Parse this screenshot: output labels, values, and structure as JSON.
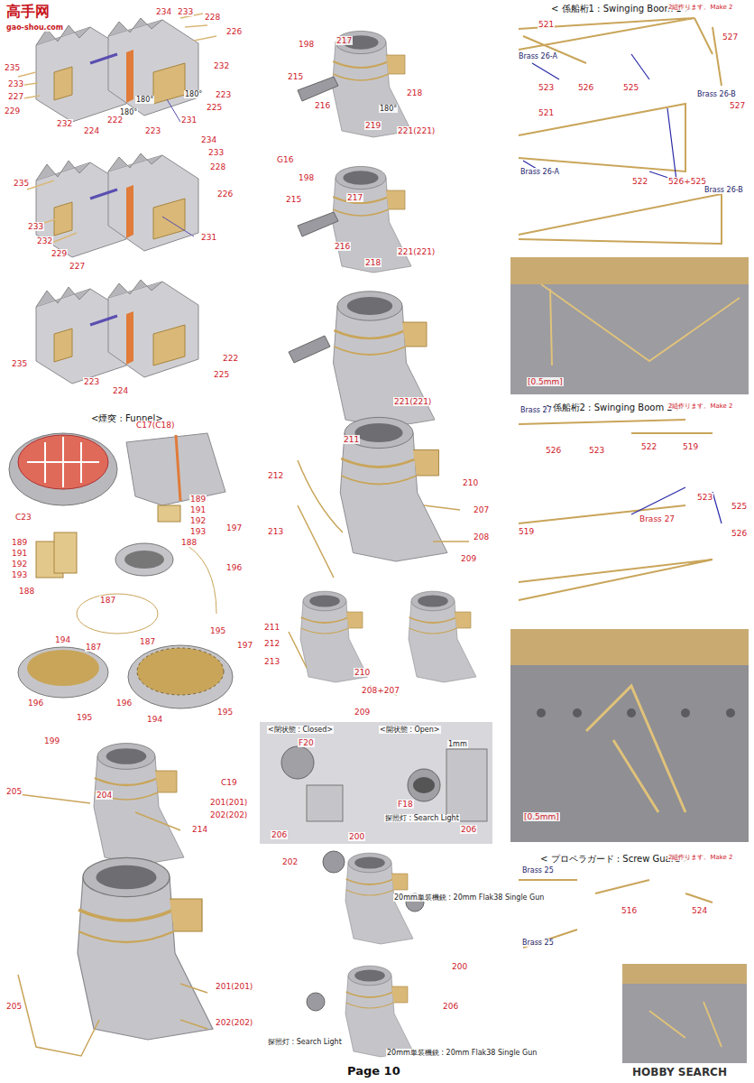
{
  "diagram": {
    "labels": [
      "高手网",
      "gao-shou.com",
      "234",
      "233",
      "228",
      "226",
      "232",
      "235",
      "233",
      "227",
      "229",
      "232",
      "224",
      "222",
      "223",
      "223",
      "225",
      "231",
      "180°",
      "180°",
      "180°",
      "234",
      "233",
      "228",
      "226",
      "235",
      "233",
      "232",
      "229",
      "227",
      "231",
      "235",
      "222",
      "223",
      "224",
      "225",
      "<煙突 : Funnel>",
      "C23",
      "C17(C18)",
      "189",
      "191",
      "192",
      "193",
      "188",
      "197",
      "189",
      "191",
      "192",
      "193",
      "188",
      "196",
      "194",
      "187",
      "195",
      "187",
      "196",
      "196",
      "195",
      "187",
      "197",
      "194",
      "195",
      "199",
      "C19",
      "205",
      "204",
      "201(201)",
      "202(202)",
      "214",
      "205",
      "201(201)",
      "202(202)",
      "198",
      "217",
      "215",
      "216",
      "218",
      "219",
      "221(221)",
      "180°",
      "G16",
      "198",
      "215",
      "217",
      "216",
      "218",
      "221(221)",
      "221(221)",
      "211",
      "212",
      "213",
      "210",
      "207",
      "208",
      "209",
      "211",
      "212",
      "213",
      "210",
      "208+207",
      "209",
      "<閉状態 : Closed>",
      "<開状態 : Open>",
      "F20",
      "F18",
      "1mm",
      "探照灯 : Search Light",
      "206",
      "200",
      "206",
      "202",
      "20mm単装機銃 : 20mm Flak38 Single Gun",
      "200",
      "206",
      "探照灯 : Search Light",
      "20mm単装機銃 : 20mm Flak38 Single Gun",
      "Page 10",
      "< 係船桁1 : Swinging Boom 1 >",
      "2組作ります。Make 2",
      "521",
      "527",
      "Brass 26-A",
      "523",
      "526",
      "525",
      "Brass 26-B",
      "521",
      "527",
      "Brass 26-A",
      "522",
      "526+525",
      "Brass 26-B",
      "[0.5mm]",
      "< 係船桁2 : Swinging Boom 2 >",
      "2組作ります。Make 2",
      "Brass 27",
      "526",
      "523",
      "522",
      "519",
      "523",
      "525",
      "519",
      "Brass 27",
      "526",
      "[0.5mm]",
      "< プロペラガード : Screw Guard >",
      "2組作ります。Make 2",
      "Brass 25",
      "516",
      "524",
      "Brass 25",
      "HOBBY SEARCH"
    ]
  }
}
